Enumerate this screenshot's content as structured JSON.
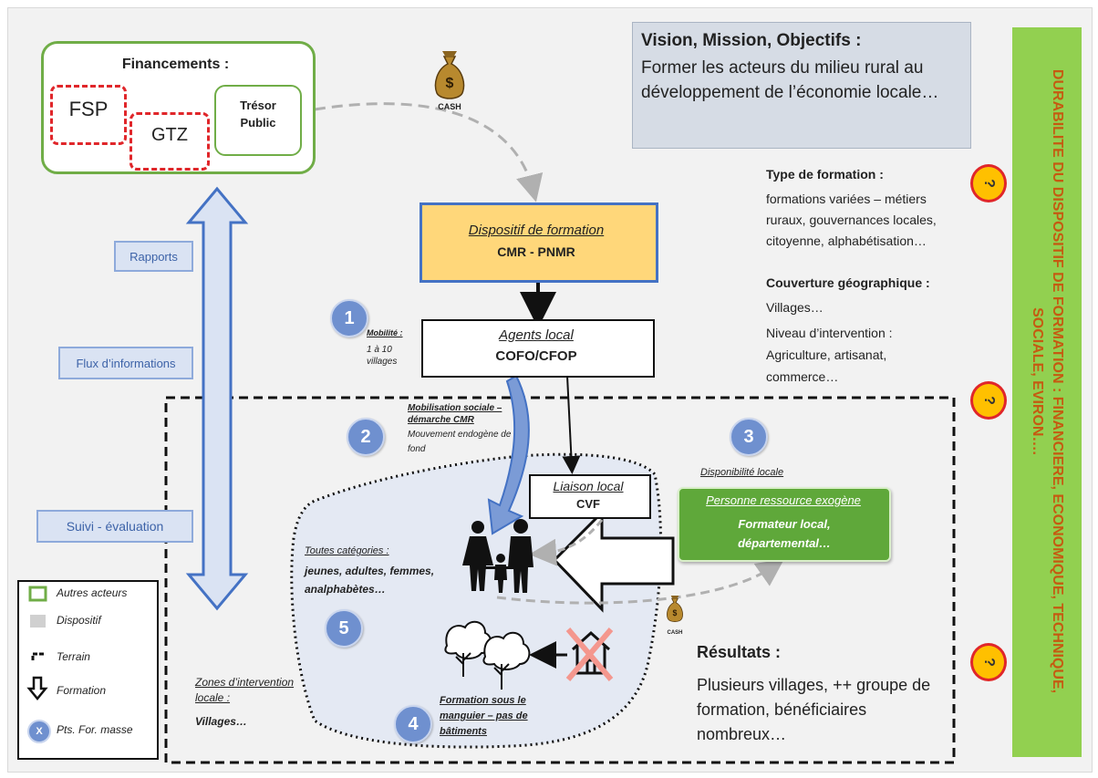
{
  "colors": {
    "green_border": "#70ad47",
    "red_dashed": "#e0262a",
    "orange_fill": "#ffd77a",
    "blue_border": "#4472c4",
    "light_blue": "#dae3f3",
    "slide_grey": "#d6dce5",
    "green_banner": "#92d050",
    "banner_text": "#c55a11",
    "question_fill": "#ffc000"
  },
  "financements": {
    "title": "Financements :",
    "fsp": "FSP",
    "gtz": "GTZ",
    "tresor": "Trésor Public"
  },
  "cash_label": "CASH",
  "vision": {
    "title": "Vision, Mission, Objectifs :",
    "text": "Former les acteurs du milieu rural au développement de l’économie locale…"
  },
  "banner": "DURABILITE DU DISPOSITIF DE FORMATION : FINANCIERE, ECONOMIQUE, TECHNIQUE, SOCIALE, EVIRON….",
  "question_mark": "?",
  "formation_info": {
    "type_title": "Type de formation :",
    "type_text": "formations variées – métiers ruraux, gouvernances locales, citoyenne, alphabétisation…",
    "geo_title": "Couverture géographique :",
    "geo_text": "Villages…",
    "niveau_text": "Niveau d’intervention : Agriculture, artisanat, commerce…"
  },
  "dispositif": {
    "title": "Dispositif de formation",
    "name": "CMR - PNMR"
  },
  "agents": {
    "title": "Agents local",
    "name": "COFO/CFOP"
  },
  "mobilite": {
    "title": "Mobilité :",
    "text": "1 à 10 villages"
  },
  "mobilisation": {
    "title": "Mobilisation sociale – démarche CMR",
    "text": "Mouvement endogène de fond"
  },
  "disponibilite": "Disponibilité locale",
  "liaison": {
    "title": "Liaison local",
    "name": "CVF"
  },
  "personne": {
    "title": "Personne ressource exogène",
    "text": "Formateur local, départemental…"
  },
  "left_labels": {
    "rapports": "Rapports",
    "flux": "Flux d’informations",
    "suivi": "Suivi - évaluation"
  },
  "numbers": [
    "1",
    "2",
    "3",
    "4",
    "5"
  ],
  "categories": {
    "title": "Toutes catégories :",
    "text": "jeunes, adultes, femmes, analphabètes…"
  },
  "formation_manguier": "Formation sous le manguier – pas de bâtiments",
  "zones": {
    "title": "Zones d’intervention locale :",
    "text": "Villages…"
  },
  "resultats": {
    "title": "Résultats :",
    "text": "Plusieurs villages, ++ groupe de formation, bénéficiaires nombreux…"
  },
  "legend": {
    "autres_acteurs": "Autres acteurs",
    "dispositif": "Dispositif",
    "terrain": "Terrain",
    "formation": "Formation",
    "pts": "Pts. For. masse",
    "pts_icon": "X"
  }
}
